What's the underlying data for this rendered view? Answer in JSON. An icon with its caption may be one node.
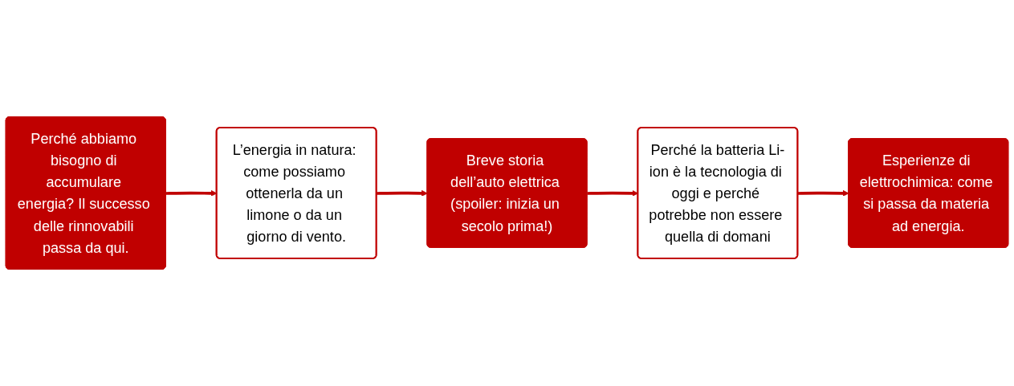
{
  "diagram": {
    "nodes": [
      {
        "text": [
          "Perché abbiamo bisogno di accumulare energia? Il successo delle rinnovabili passa da qui."
        ]
      },
      {
        "text": [
          "L’energia in natura: come possiamo ottenerla da un limone o da un giorno di vento."
        ]
      },
      {
        "text": [
          "Breve storia dell’auto elettrica (spoiler: inizia un secolo prima!)"
        ]
      },
      {
        "text": [
          "Perché la batteria Li-ion è la tecnologia di oggi e perché potrebbe non essere quella di domani"
        ]
      },
      {
        "text": [
          "Esperienze di elettrochimica: come si passa da materia ad energia."
        ]
      }
    ],
    "edges": [
      {
        "from": 0,
        "to": 1,
        "arrow": "to"
      },
      {
        "from": 1,
        "to": 2,
        "arrow": "to"
      },
      {
        "from": 2,
        "to": 3,
        "arrow": "to"
      },
      {
        "from": 3,
        "to": 4,
        "arrow": "to"
      }
    ]
  }
}
